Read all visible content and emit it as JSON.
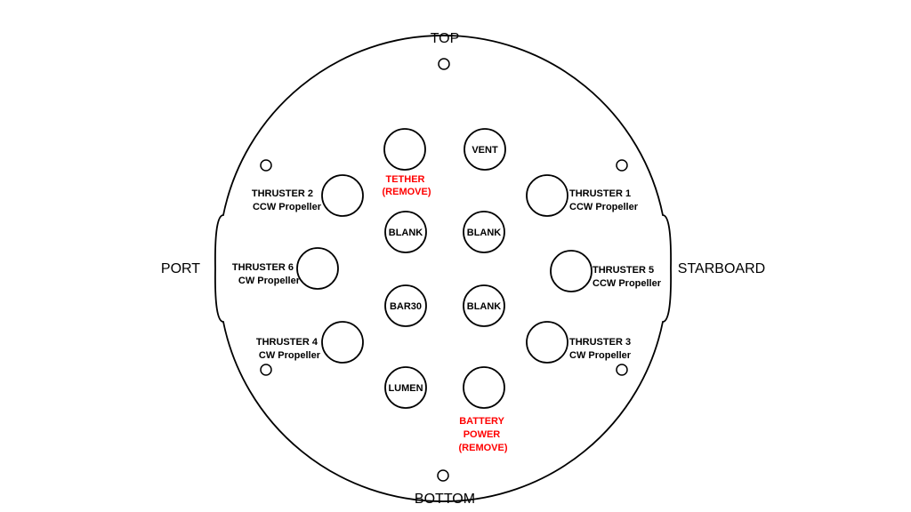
{
  "directions": {
    "top": "TOP",
    "bottom": "BOTTOM",
    "port": "PORT",
    "starboard": "STARBOARD"
  },
  "colors": {
    "outline": "#000000",
    "warning_text": "#ff0000"
  },
  "ports": {
    "vent": "VENT",
    "blank_1": "BLANK",
    "blank_2": "BLANK",
    "blank_3": "BLANK",
    "bar30": "BAR30",
    "lumen": "LUMEN"
  },
  "external_labels": {
    "tether": [
      "TETHER",
      "(REMOVE)"
    ],
    "battery_power": [
      "BATTERY",
      "POWER",
      "(REMOVE)"
    ],
    "thruster_1": [
      "THRUSTER 1",
      "CCW Propeller"
    ],
    "thruster_2": [
      "THRUSTER 2",
      "CCW Propeller"
    ],
    "thruster_3": [
      "THRUSTER 3",
      "CW Propeller"
    ],
    "thruster_4": [
      "THRUSTER 4",
      "CW Propeller"
    ],
    "thruster_5": [
      "THRUSTER 5",
      "CCW Propeller"
    ],
    "thruster_6": [
      "THRUSTER 6",
      "CW Propeller"
    ]
  }
}
